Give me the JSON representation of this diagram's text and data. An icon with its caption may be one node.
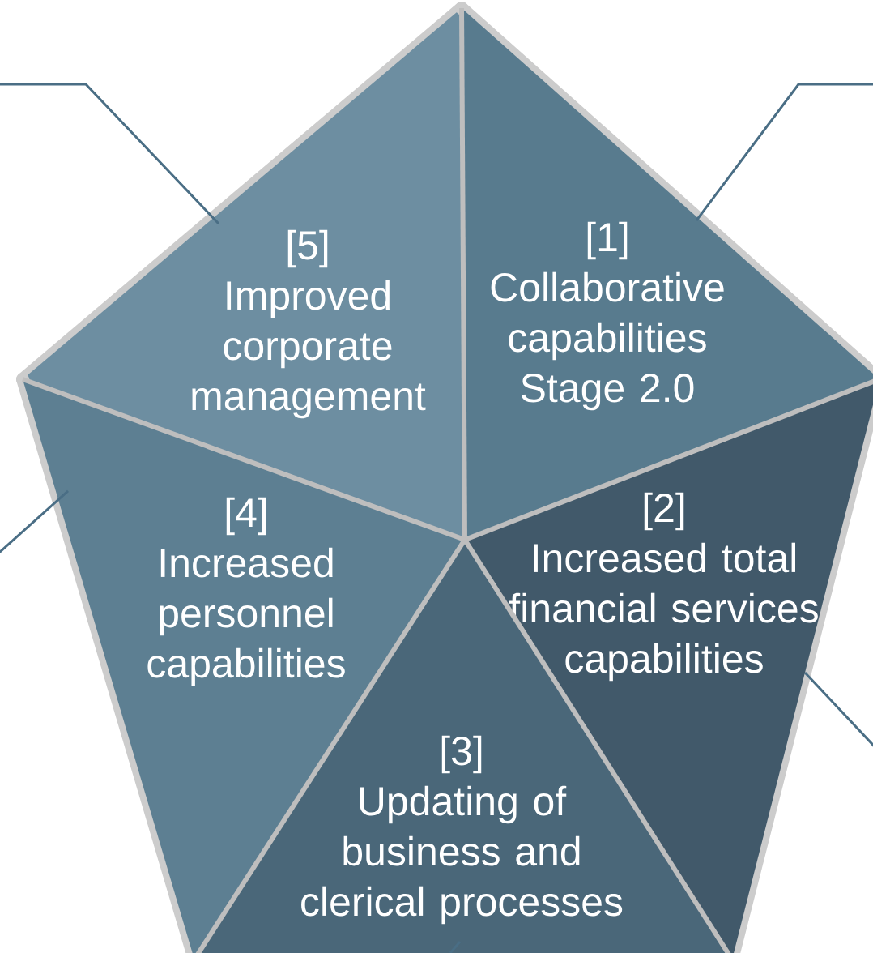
{
  "diagram": {
    "nodes": [
      {
        "text": [
          "[5]",
          "Improved corporate management"
        ]
      },
      {
        "text": [
          "[1]",
          "Collaborative capabilities Stage 2.0"
        ]
      },
      {
        "text": [
          "[4]",
          "Increased personnel capabilities"
        ]
      },
      {
        "text": [
          "[2]",
          "Increased total financial services capabilities"
        ]
      },
      {
        "text": [
          "[3]",
          "Updating of business and clerical processes"
        ]
      }
    ],
    "edges": [
      {
        "from": null,
        "to": 0,
        "arrow": "none"
      },
      {
        "from": null,
        "to": 1,
        "arrow": "none"
      },
      {
        "from": null,
        "to": 2,
        "arrow": "none"
      },
      {
        "from": null,
        "to": 3,
        "arrow": "none"
      },
      {
        "from": null,
        "to": 4,
        "arrow": "none"
      }
    ]
  }
}
